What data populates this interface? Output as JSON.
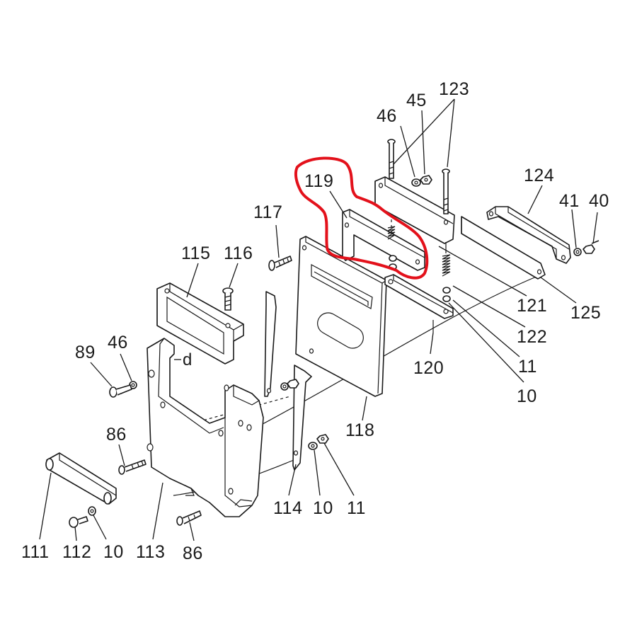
{
  "colors": {
    "ink": "#1a1a1a",
    "highlight": "#e3111b",
    "background": "#ffffff"
  },
  "highlighted_part": "119",
  "callouts": {
    "p123": "123",
    "p46_top": "46",
    "p45": "45",
    "p119": "119",
    "p124": "124",
    "p117": "117",
    "p41": "41",
    "p40": "40",
    "p115": "115",
    "p116": "116",
    "p121": "121",
    "p125": "125",
    "p122": "122",
    "p89": "89",
    "p46_left": "46",
    "p11_right": "11",
    "p120": "120",
    "p10_right": "10",
    "p118": "118",
    "p86_top": "86",
    "p114": "114",
    "p10_mid": "10",
    "p11_mid": "11",
    "p111": "111",
    "p112": "112",
    "p10_bottom": "10",
    "p113": "113",
    "p86_bottom": "86"
  },
  "annotation_letter": "d"
}
